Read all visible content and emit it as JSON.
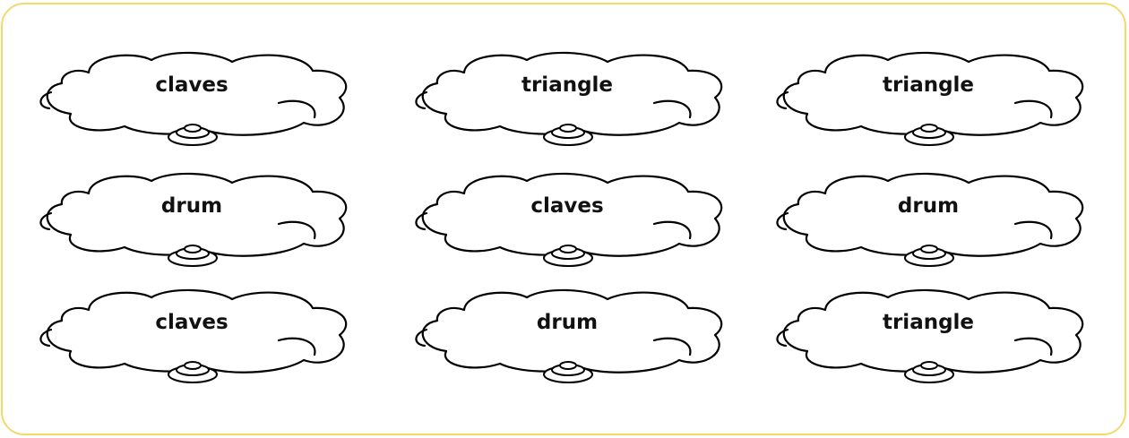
{
  "cards": [
    {
      "label": "claves"
    },
    {
      "label": "triangle"
    },
    {
      "label": "triangle"
    },
    {
      "label": "drum"
    },
    {
      "label": "claves"
    },
    {
      "label": "drum"
    },
    {
      "label": "claves"
    },
    {
      "label": "drum"
    },
    {
      "label": "triangle"
    }
  ],
  "colors": {
    "frame_border": "#f3d96a",
    "cloud_stroke": "#000000",
    "background": "#ffffff"
  },
  "icons": [
    "cloud-shape",
    "pebble-icon"
  ]
}
